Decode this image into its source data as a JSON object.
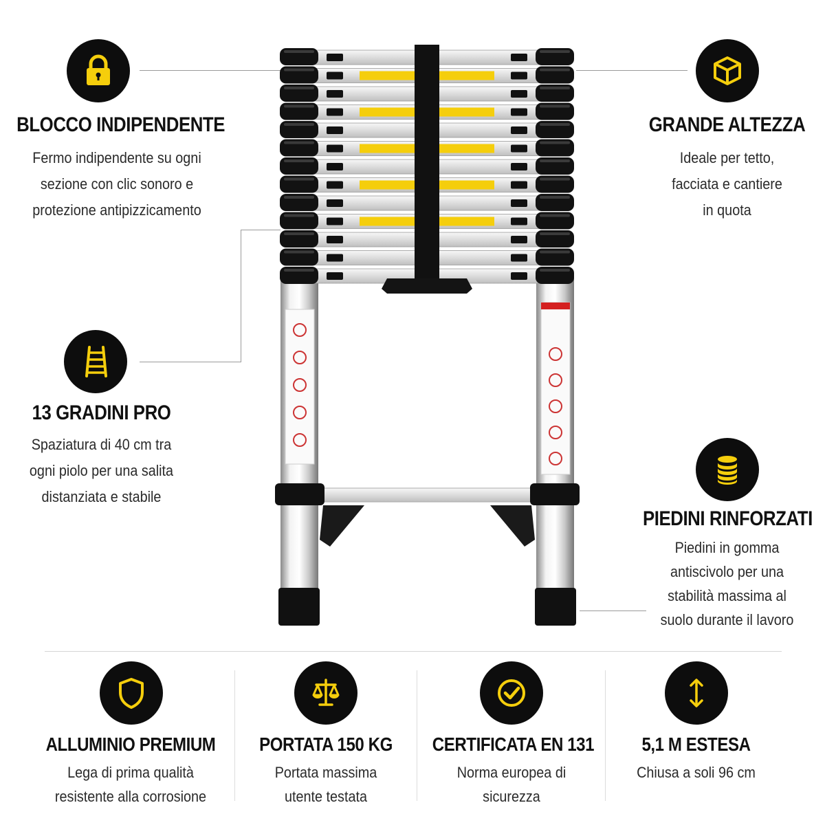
{
  "colors": {
    "accent": "#F5CE0C",
    "icon_bg": "#0d0d0d",
    "text": "#222222"
  },
  "features": {
    "blocco": {
      "icon": "padlock-icon",
      "title": "BLOCCO INDIPENDENTE",
      "lines": [
        "Fermo indipendente su ogni",
        "sezione con clic sonoro e",
        "protezione antipizzicamento"
      ]
    },
    "altezza": {
      "icon": "cube-icon",
      "title": "GRANDE ALTEZZA",
      "lines": [
        "Ideale per tetto,",
        "facciata e cantiere",
        "in quota"
      ]
    },
    "gradini": {
      "icon": "ladder-icon",
      "title": "13 GRADINI PRO",
      "lines": [
        "Spaziatura di 40 cm tra",
        "ogni piolo per una salita",
        "distanziata e stabile"
      ]
    },
    "piedini": {
      "icon": "coin-stack-icon",
      "title": "PIEDINI RINFORZATI",
      "lines": [
        "Piedini in gomma",
        "antiscivolo per una",
        "stabilità massima al",
        "suolo durante il lavoro"
      ]
    }
  },
  "bottom": [
    {
      "icon": "shield-icon",
      "title": "ALLUMINIO PREMIUM",
      "lines": [
        "Lega di prima qualità",
        "resistente alla corrosione"
      ]
    },
    {
      "icon": "scale-icon",
      "title": "PORTATA 150 KG",
      "lines": [
        "Portata massima",
        "utente testata"
      ]
    },
    {
      "icon": "check-circle-icon",
      "title": "CERTIFICATA EN 131",
      "lines": [
        "Norma europea di",
        "sicurezza"
      ]
    },
    {
      "icon": "vertical-arrows-icon",
      "title": "5,1 M ESTESA",
      "lines": [
        "Chiusa a soli 96 cm"
      ]
    }
  ],
  "product": {
    "image": "telescopic-ladder-image",
    "rungs": 13
  }
}
